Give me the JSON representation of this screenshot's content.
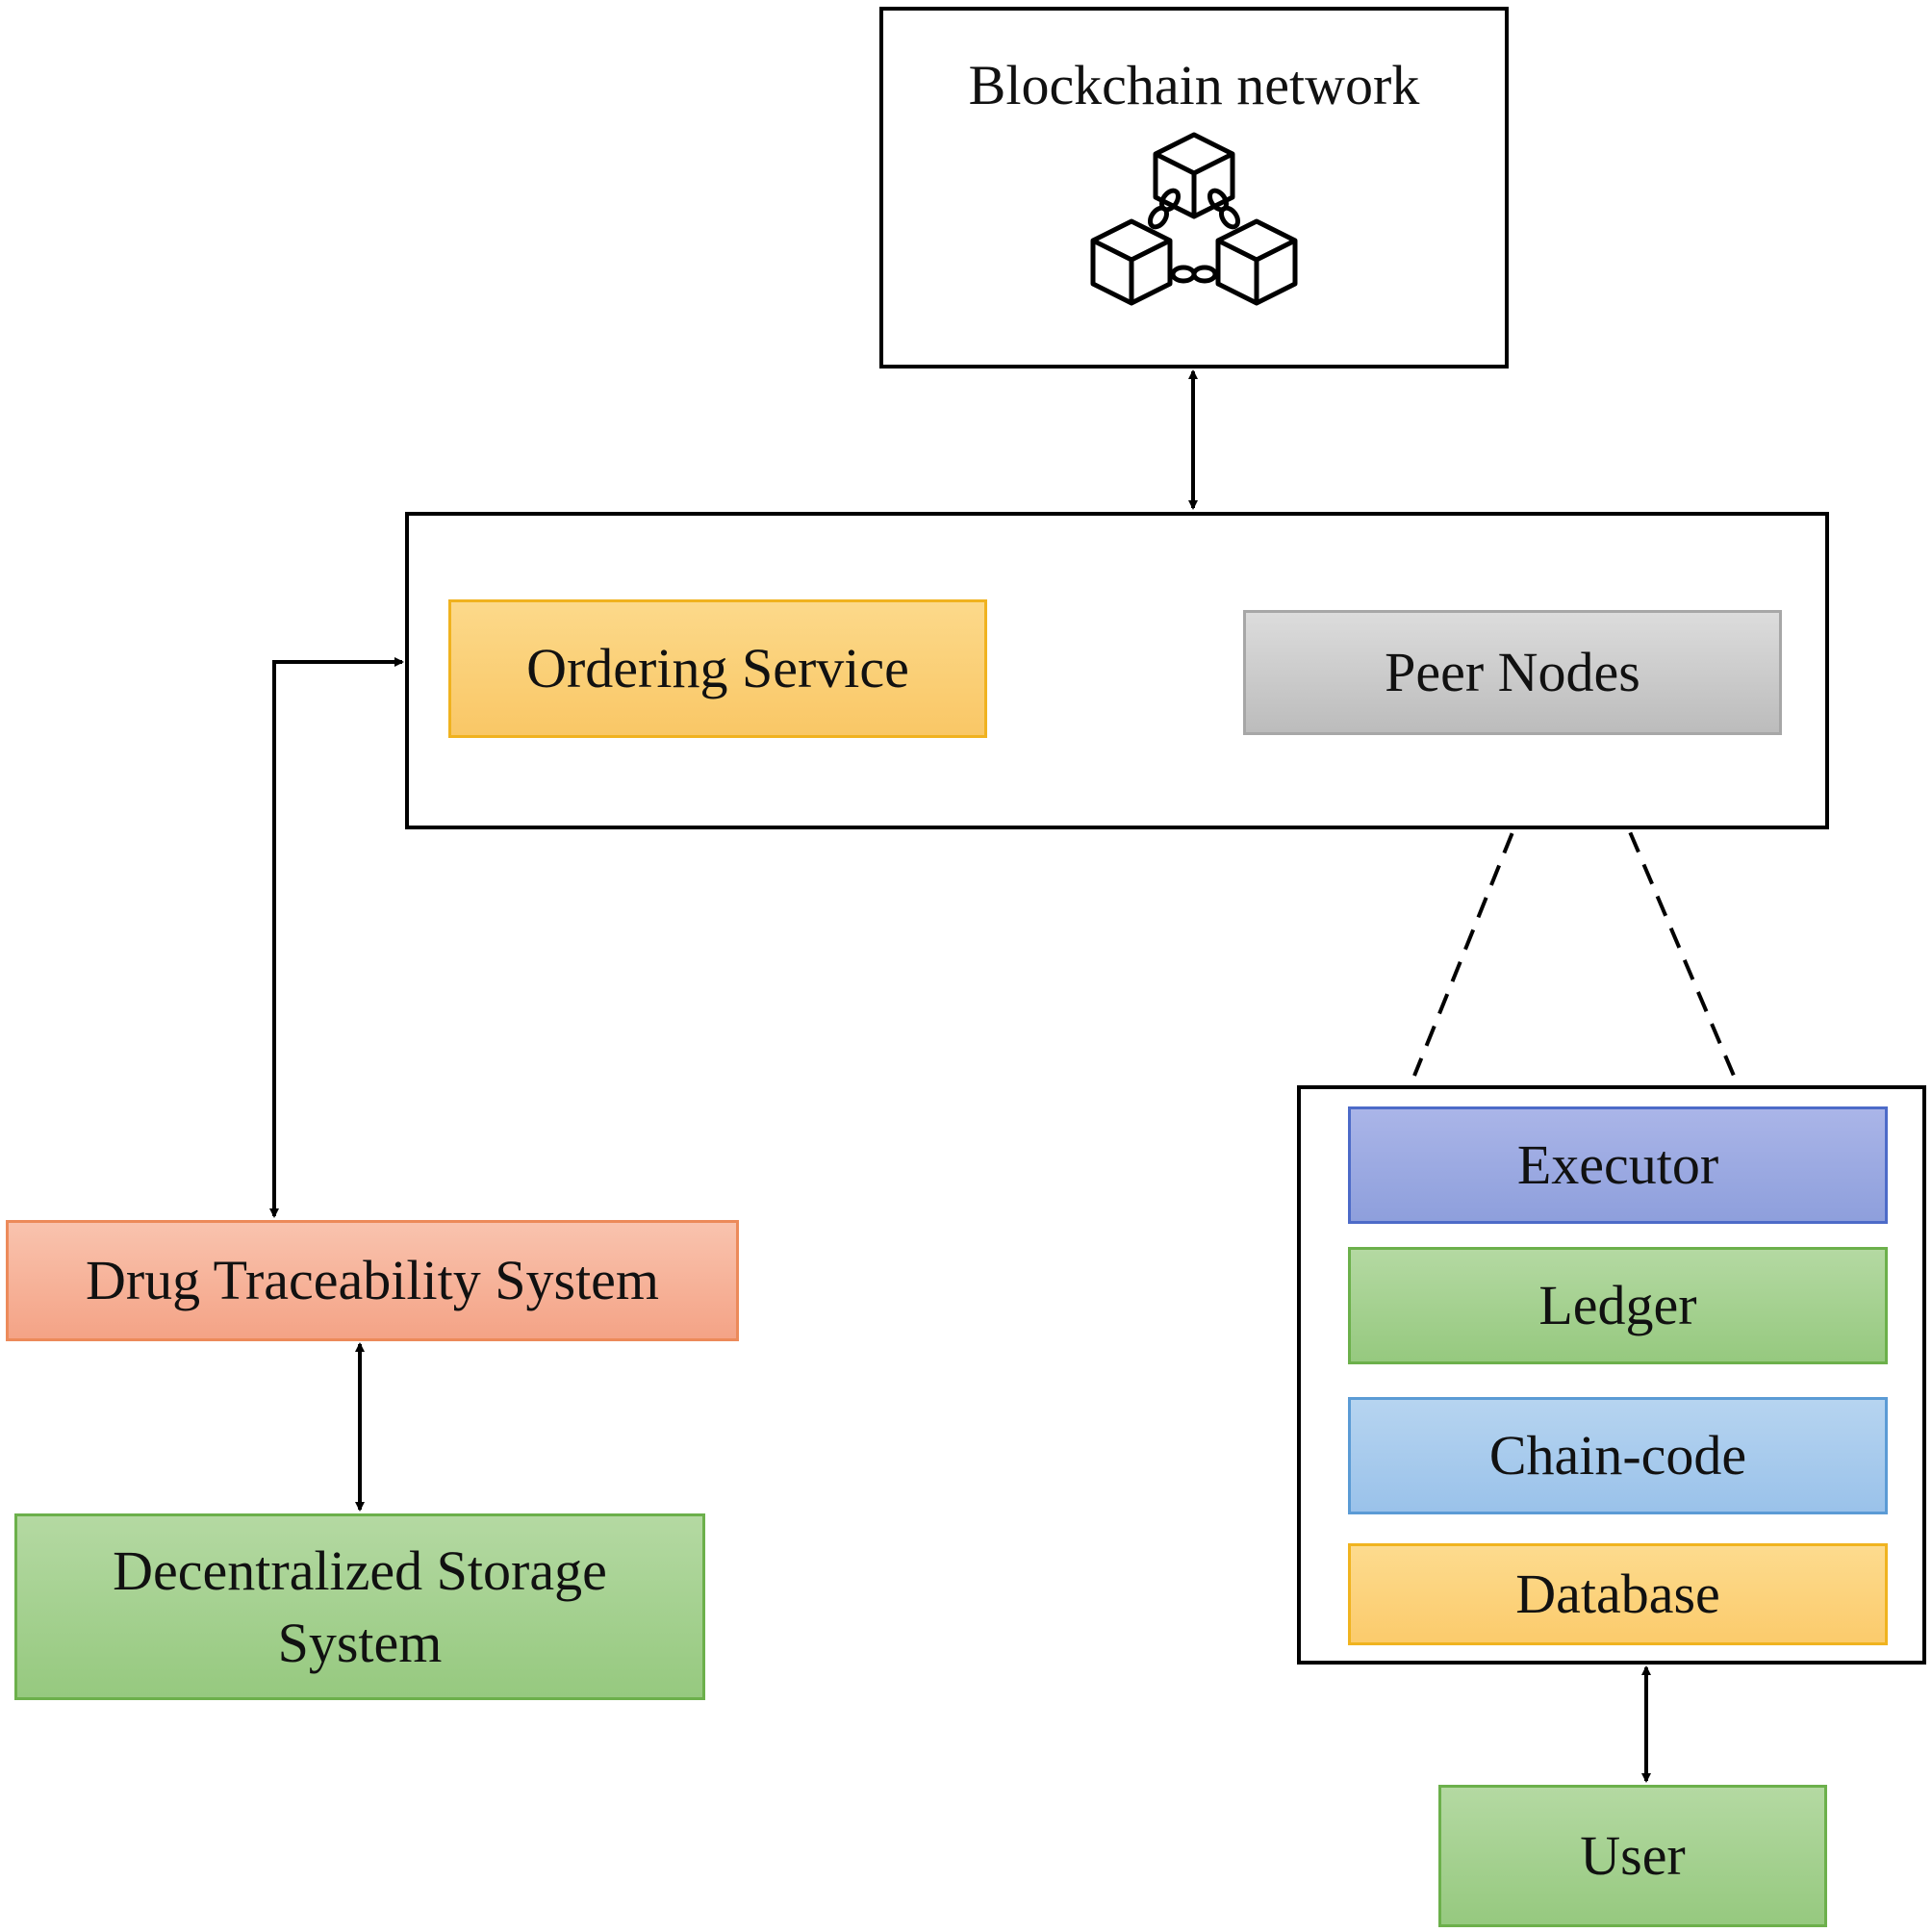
{
  "blockchain_network": {
    "title": "Blockchain network",
    "icon": "blockchain-cubes-icon"
  },
  "core": {
    "ordering_service": "Ordering Service",
    "peer_nodes": "Peer Nodes"
  },
  "peer_stack": {
    "items": [
      "Executor",
      "Ledger",
      "Chain-code",
      "Database"
    ]
  },
  "user": "User",
  "drug_traceability_system": "Drug Traceability System",
  "decentralized_storage": "Decentralized Storage System",
  "colors": {
    "ordering": "#f9c766",
    "peers": "#bcbcbc",
    "executor": "#8e9fdc",
    "ledger": "#96c97f",
    "chaincode": "#9ac2ea",
    "database": "#fbcb6c",
    "drug": "#f4a386",
    "storage": "#96c97f",
    "user": "#96c97f"
  }
}
